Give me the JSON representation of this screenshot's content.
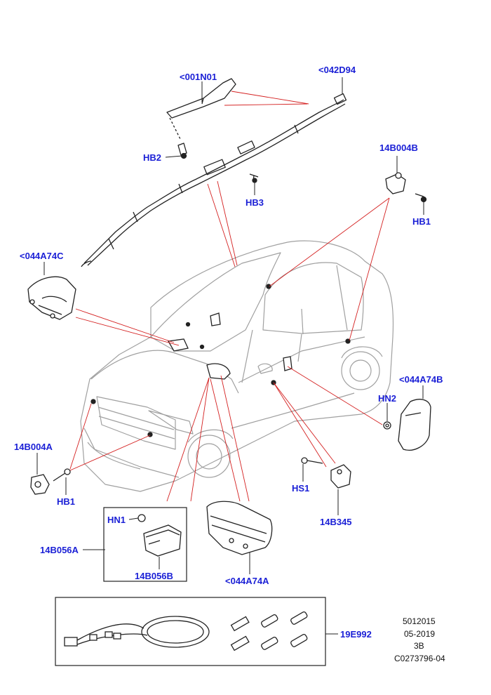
{
  "callouts": {
    "c001N01": "<001N01",
    "c042D94": "<042D94",
    "hb2": "HB2",
    "hb3": "HB3",
    "c14B004B": "14B004B",
    "hb1_top": "HB1",
    "c044A74C": "<044A74C",
    "c044A74B": "<044A74B",
    "hn2": "HN2",
    "c14B004A": "14B004A",
    "hb1_bottom": "HB1",
    "hn1": "HN1",
    "c14B056A": "14B056A",
    "c14B056B": "14B056B",
    "c044A74A": "<044A74A",
    "hs1": "HS1",
    "c14B345": "14B345",
    "c19E992": "19E992"
  },
  "footer": {
    "line1": "5012015",
    "line2": "05-2019",
    "line3": "3B",
    "line4": "C0273796-04"
  },
  "colors": {
    "label": "#1a1fd6",
    "leader_red": "#d42020",
    "outline": "#222222",
    "car": "#9a9a9a"
  }
}
